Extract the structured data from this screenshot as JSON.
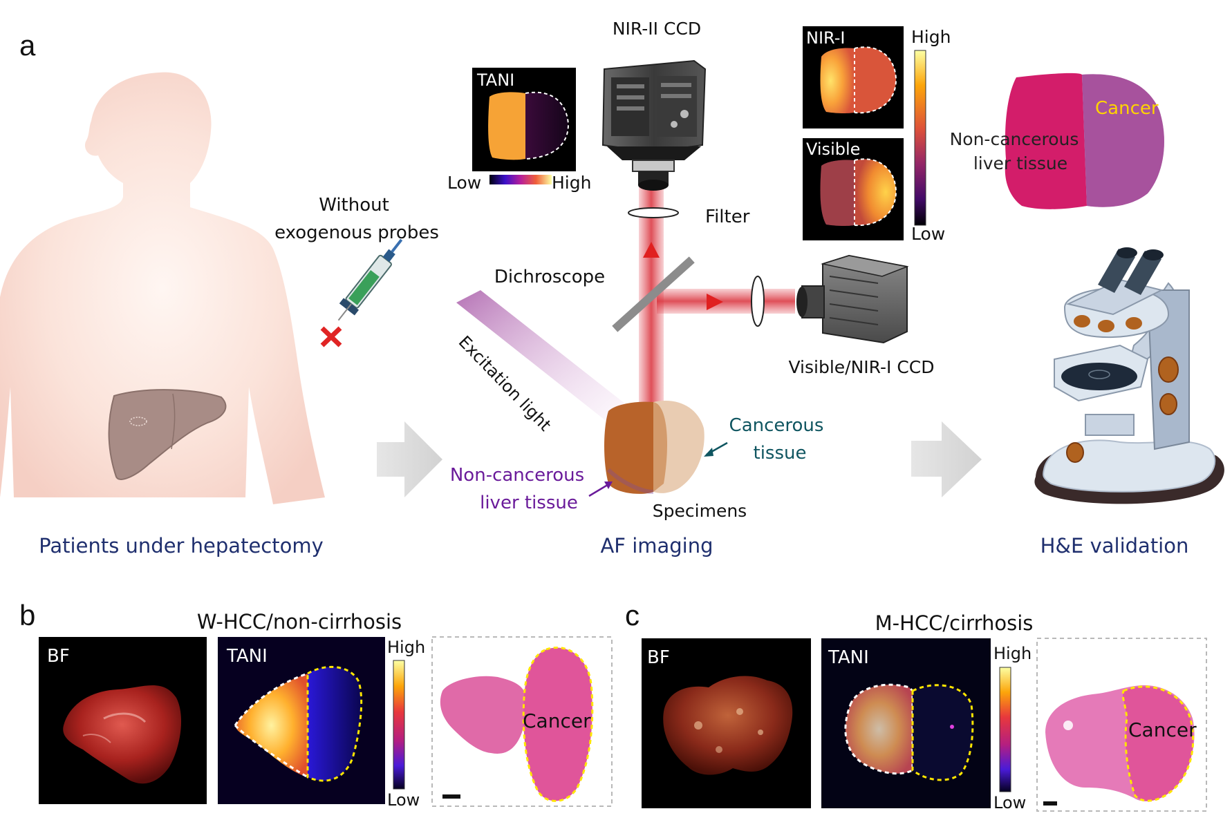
{
  "panel_a": {
    "label": "a",
    "patients_label": "Patients under hepatectomy",
    "without_line1": "Without",
    "without_line2": "exogenous probes",
    "af_label": "AF imaging",
    "he_label": "H&E validation",
    "nir2_ccd": "NIR-II CCD",
    "filter": "Filter",
    "dichroscope": "Dichroscope",
    "visible_ccd": "Visible/NIR-I CCD",
    "excitation": "Excitation light",
    "cancerous_line1": "Cancerous",
    "cancerous_line2": "tissue",
    "noncancerous_line1": "Non-cancerous",
    "noncancerous_line2": "liver tissue",
    "specimens": "Specimens",
    "tani_inset_label": "TANI",
    "tani_low": "Low",
    "tani_high": "High",
    "nir1_label": "NIR-I",
    "visible_label": "Visible",
    "cbar_high": "High",
    "cbar_low": "Low",
    "he_cancer": "Cancer",
    "he_noncancer_line1": "Non-cancerous",
    "he_noncancer_line2": "liver tissue"
  },
  "panel_b": {
    "label": "b",
    "title": "W-HCC/non-cirrhosis",
    "bf": "BF",
    "tani": "TANI",
    "high": "High",
    "low": "Low",
    "cancer": "Cancer"
  },
  "panel_c": {
    "label": "c",
    "title": "M-HCC/cirrhosis",
    "bf": "BF",
    "tani": "TANI",
    "high": "High",
    "low": "Low",
    "cancer": "Cancer"
  },
  "colors": {
    "heading_navy": "#1f2f6e",
    "purple_label": "#6a1b9a",
    "teal_label": "#0f5560",
    "laser_red": "#d9303a",
    "cancer_dash": "#ffe600",
    "he_pink": "#e0559a",
    "body_pink": "#f7d8cf"
  }
}
